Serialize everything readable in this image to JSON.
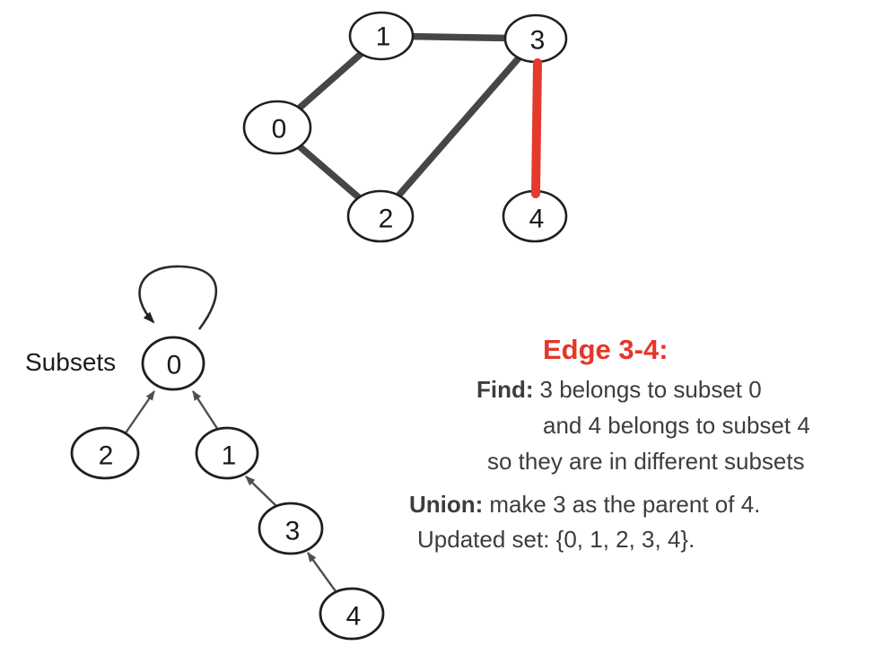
{
  "top_graph": {
    "nodes": [
      {
        "id": "1",
        "label": "1"
      },
      {
        "id": "3",
        "label": "3"
      },
      {
        "id": "0",
        "label": "0"
      },
      {
        "id": "2",
        "label": "2"
      },
      {
        "id": "4",
        "label": "4"
      }
    ],
    "edges": [
      {
        "from": "1",
        "to": "3",
        "highlighted": false
      },
      {
        "from": "0",
        "to": "1",
        "highlighted": false
      },
      {
        "from": "0",
        "to": "2",
        "highlighted": false
      },
      {
        "from": "2",
        "to": "3",
        "highlighted": false
      },
      {
        "from": "3",
        "to": "4",
        "highlighted": true
      }
    ]
  },
  "subset_tree": {
    "label": "Subsets",
    "nodes": [
      {
        "id": "0",
        "label": "0",
        "parent": "0"
      },
      {
        "id": "2",
        "label": "2",
        "parent": "0"
      },
      {
        "id": "1",
        "label": "1",
        "parent": "0"
      },
      {
        "id": "3",
        "label": "3",
        "parent": "1"
      },
      {
        "id": "4",
        "label": "4",
        "parent": "3"
      }
    ]
  },
  "explanation": {
    "title": "Edge 3-4:",
    "find_label": "Find:",
    "find_lines": [
      "3 belongs to subset 0",
      "and 4 belongs to subset 4",
      "so they are in different subsets"
    ],
    "union_label": "Union:",
    "union_text": "make 3 as the parent of 4.",
    "updated_set_text": "Updated set: {0, 1, 2, 3, 4}."
  },
  "colors": {
    "highlight_red": "#e43a2b",
    "edge_dark": "#464646",
    "arrow_gray": "#4f4f4f",
    "text_dark": "#3d3d3d"
  }
}
